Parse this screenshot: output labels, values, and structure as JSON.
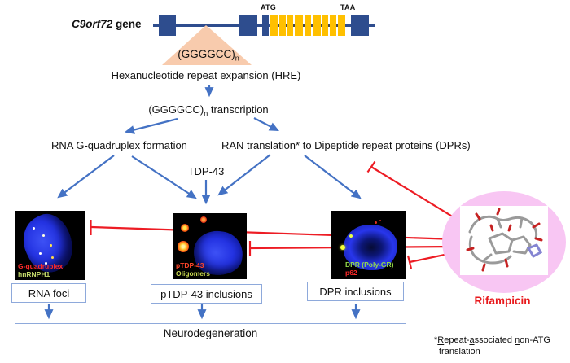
{
  "colors": {
    "arrow_blue": "#4472C4",
    "inhibitor_red": "#ed1c24",
    "gene_exon_blue": "#2e4d8e",
    "repeat_exon_yellow": "#ffc000",
    "hre_triangle_peach": "#f8cbad",
    "drug_circle_pink": "#f8c6f3",
    "box_border_blue": "#8ea9db"
  },
  "gene": {
    "name": "C9orf72",
    "suffix": " gene",
    "start_codon": "ATG",
    "stop_codon": "TAA"
  },
  "hre": {
    "motif": "(GGGGCC)",
    "sub": "n",
    "caption": {
      "u1": "H",
      "t1": "exanucleotide ",
      "u2": "r",
      "t2": "epeat ",
      "u3": "e",
      "t3": "xpansion (HRE)"
    }
  },
  "transcription": {
    "motif": "(GGGGCC)",
    "sub": "n",
    "rest": " transcription"
  },
  "pathways": {
    "g_quadruplex": "RNA G-quadruplex formation",
    "ran": {
      "t1": "RAN translation* to ",
      "u1": "Di",
      "t2": "peptide ",
      "u2": "r",
      "t3": "epeat proteins (DPRs)"
    },
    "tdp43": "TDP-43"
  },
  "micrographs": [
    {
      "stains": [
        {
          "label": "G-quadruplex",
          "color": "#ff2a2a"
        },
        {
          "label": "hnRNPH1",
          "color": "#c3d96a"
        }
      ],
      "caption": "RNA foci"
    },
    {
      "stains": [
        {
          "label": "pTDP-43",
          "color": "#ff452a"
        },
        {
          "label": "Oligomers",
          "color": "#c9d84f"
        }
      ],
      "caption": "pTDP-43 inclusions"
    },
    {
      "stains": [
        {
          "label": "DPR (Poly-GR)",
          "color": "#93d94a"
        },
        {
          "label": "p62",
          "color": "#ff2a2a"
        }
      ],
      "caption": "DPR inclusions"
    }
  ],
  "outcome": "Neurodegeneration",
  "drug": {
    "name": "Rifampicin"
  },
  "footnote": {
    "t0": "*",
    "u1": "R",
    "t1": "epeat-",
    "u2": "a",
    "t2": "ssociated ",
    "u3": "n",
    "t3": "on-ATG",
    "line2": "translation"
  }
}
